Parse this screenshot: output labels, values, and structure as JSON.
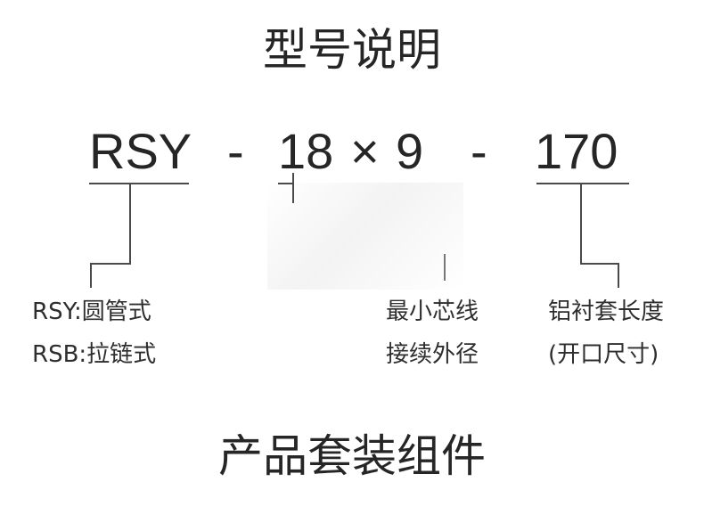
{
  "header": {
    "title": "型号说明"
  },
  "model": {
    "prefix": "RSY",
    "dash1": "-",
    "core": "18",
    "times": "×",
    "core2": "9",
    "dash2": "-",
    "length": "170"
  },
  "descriptions": {
    "type_line1": "RSY:圆管式",
    "type_line2": "RSB:拉链式",
    "core_line1": "最小芯线",
    "core_line2": "接续外径",
    "length_line1": "铝衬套长度",
    "length_line2": "(开口尺寸)"
  },
  "footer": {
    "title": "产品套装组件"
  }
}
